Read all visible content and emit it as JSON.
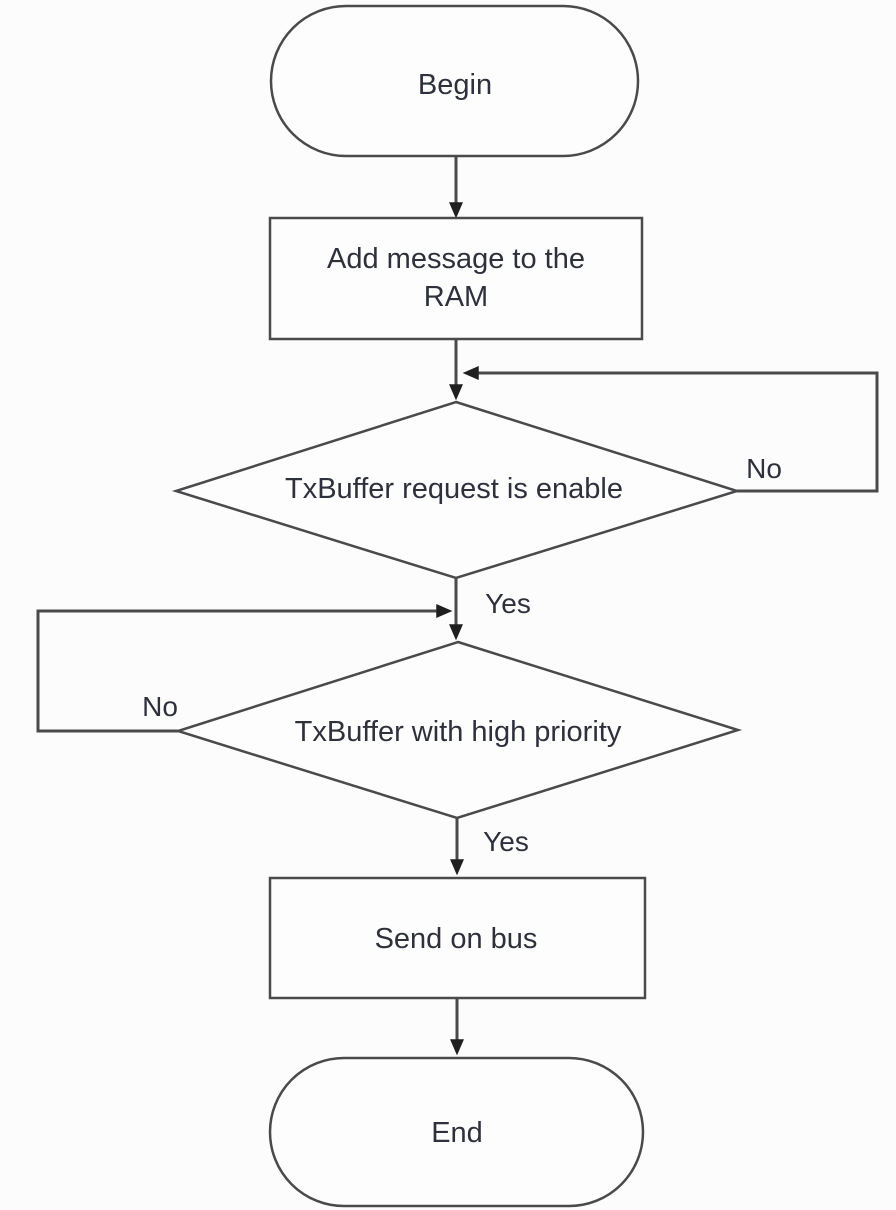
{
  "colors": {
    "background": "#fcfcfc",
    "shape_fill": "#fdfdfd",
    "line": "#4a4a4c",
    "arrowhead": "#1f1f1f",
    "text": "#2e313c"
  },
  "nodes": {
    "begin": {
      "label": "Begin",
      "type": "terminator"
    },
    "add_message": {
      "line1": "Add message to the",
      "line2": "RAM",
      "type": "process"
    },
    "request_enable": {
      "label": "TxBuffer request is enable",
      "type": "decision"
    },
    "high_priority": {
      "label": "TxBuffer with high priority",
      "type": "decision"
    },
    "send_on_bus": {
      "label": "Send on bus",
      "type": "process"
    },
    "end": {
      "label": "End",
      "type": "terminator"
    }
  },
  "edge_labels": {
    "request_no": "No",
    "request_yes": "Yes",
    "priority_no": "No",
    "priority_yes": "Yes"
  }
}
